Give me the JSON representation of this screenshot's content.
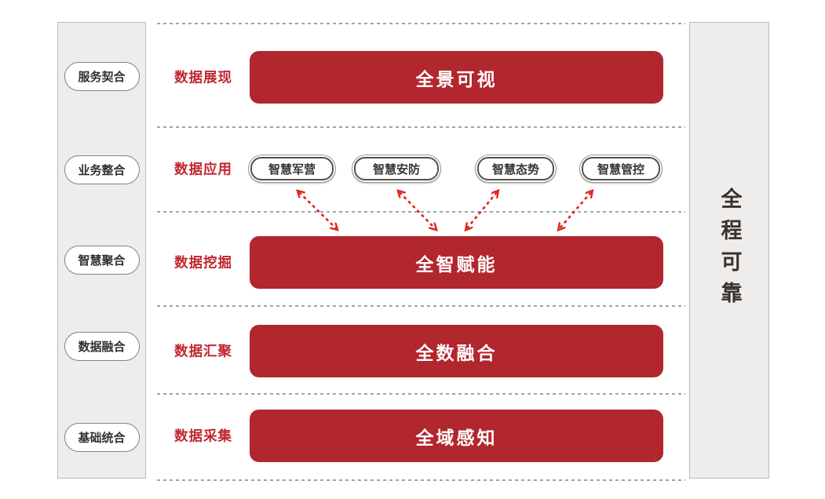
{
  "diagram": {
    "left_sidebar": {
      "items": [
        {
          "label": "服务契合"
        },
        {
          "label": "业务整合"
        },
        {
          "label": "智慧聚合"
        },
        {
          "label": "数据融合"
        },
        {
          "label": "基础统合"
        }
      ]
    },
    "right_sidebar": {
      "label": "全程可靠"
    },
    "rows": [
      {
        "label": "数据展现",
        "bar": "全景可视"
      },
      {
        "label": "数据应用",
        "pills": [
          "智慧军营",
          "智慧安防",
          "智慧态势",
          "智慧管控"
        ]
      },
      {
        "label": "数据挖掘",
        "bar": "全智赋能"
      },
      {
        "label": "数据汇聚",
        "bar": "全数融合"
      },
      {
        "label": "数据采集",
        "bar": "全域感知"
      }
    ],
    "arrows": {
      "description": "four double-headed dashed arrows linking app pills to the 全智赋能 bar"
    },
    "colors": {
      "bar_red": "#b2262e",
      "label_red": "#c02730",
      "arrow_red": "#e1251b",
      "sidebar_bg": "#eeedec",
      "sidebar_border": "#bdbab7",
      "dash_gray": "#a3a3a3",
      "dark_text": "#39322c"
    }
  }
}
